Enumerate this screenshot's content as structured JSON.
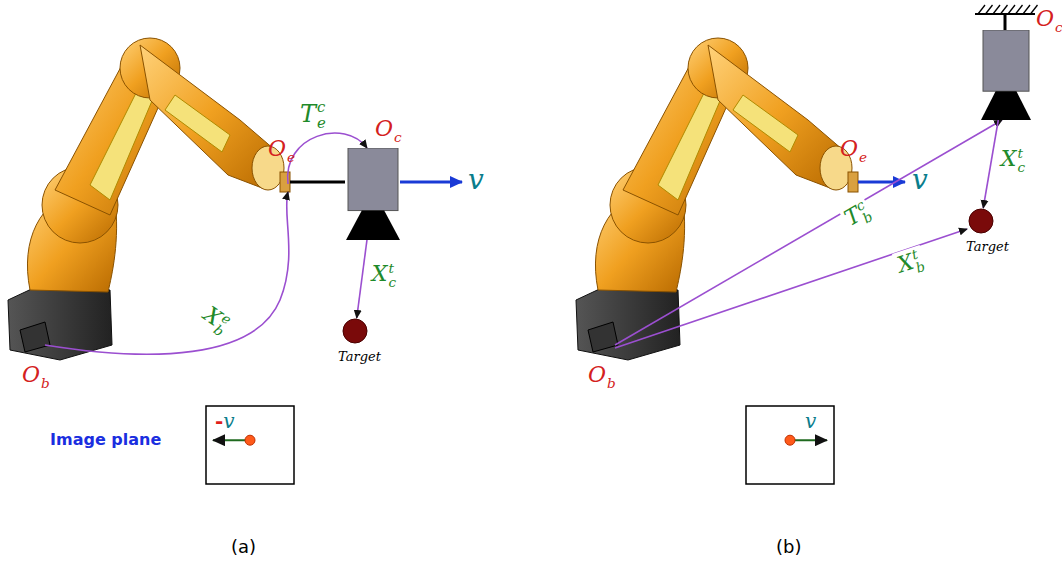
{
  "diagram": {
    "nodes": [
      {
        "text": [
          "Oc"
        ]
      },
      {
        "text": [
          "Target"
        ]
      },
      {
        "text": [
          "-v"
        ]
      },
      {
        "text": [
          "Oc"
        ]
      },
      {
        "text": [
          "Target"
        ]
      },
      {
        "text": [
          "v"
        ]
      }
    ],
    "edges": [
      {
        "from": 0,
        "to": 1,
        "label": "Xct",
        "arrow": "to"
      },
      {
        "from": 3,
        "to": 4,
        "label": "Xct",
        "arrow": "to"
      }
    ],
    "labels": [
      "Ob",
      "Oe",
      "Tec",
      "Xbe",
      "v",
      "Image plane",
      "(a)",
      "Ob",
      "Oe",
      "v",
      "Tbc",
      "Xbt",
      "(b)"
    ]
  }
}
